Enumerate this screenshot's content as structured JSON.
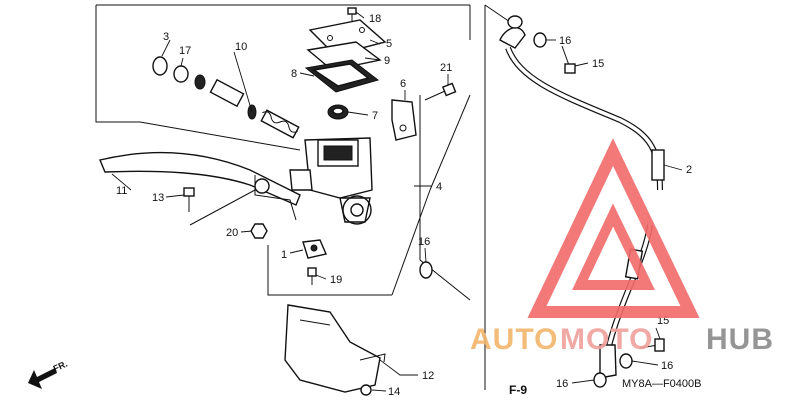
{
  "diagram": {
    "callouts": {
      "c1": "1",
      "c2": "2",
      "c3": "3",
      "c4": "4",
      "c5": "5",
      "c6": "6",
      "c7": "7",
      "c8": "8",
      "c9": "9",
      "c10": "10",
      "c11": "11",
      "c12": "12",
      "c13": "13",
      "c14": "14",
      "c15a": "15",
      "c15b": "15",
      "c16a": "16",
      "c16b": "16",
      "c16c": "16",
      "c16d": "16",
      "c17": "17",
      "c18": "18",
      "c19": "19",
      "c20": "20",
      "c21": "21"
    },
    "figure_ref": "F-9",
    "front_label": "FR.",
    "drawing_code": "MY8A—F0400B"
  },
  "watermark": {
    "parts": [
      "AUTO",
      "MOTO",
      "HUB"
    ],
    "colors": {
      "auto": "#f2b56b",
      "moto": "#f0a09c",
      "hub": "#8a8a8a",
      "triangle": "#f26b6b"
    }
  }
}
